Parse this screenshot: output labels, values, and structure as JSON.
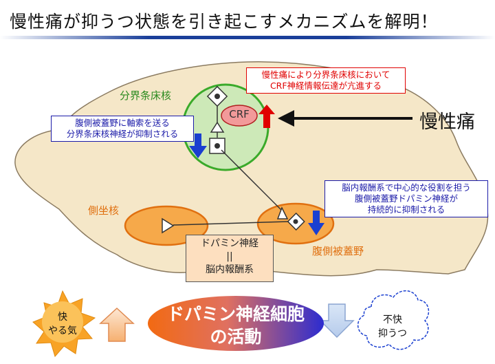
{
  "title": "慢性痛が抑うつ状態を引き起こすメカニズムを解明！",
  "regions": {
    "bnst": "分界条床核",
    "nac": "側坐核",
    "vta": "腹側被蓋野"
  },
  "crf_label": "CRF",
  "chronic_pain": "慢性痛",
  "callout_red": {
    "line1": "慢性痛により分界条床核において",
    "line2": "CRF神経情報伝達が亢進する"
  },
  "callout_blue_left": {
    "line1": "腹側被蓋野に軸索を送る",
    "line2": "分界条床核神経が抑制される"
  },
  "callout_blue_right": {
    "line1": "脳内報酬系で中心的な役割を担う",
    "line2": "腹側被蓋野ドパミン神経が",
    "line3": "持続的に抑制される"
  },
  "dopamine_box": {
    "line1": "ドパミン神経",
    "line2": "||",
    "line3": "脳内報酬系"
  },
  "activity": {
    "line1": "ドパミン神経細胞",
    "line2": "の活動"
  },
  "pleasure": {
    "line1": "快",
    "line2": "やる気"
  },
  "displeasure": {
    "line1": "不快",
    "line2": "抑うつ"
  },
  "colors": {
    "brain_fill": "#f5e7c8",
    "bnst_fill": "#cde9b8",
    "bnst_border": "#3aaa2a",
    "region_orange": "#f6a94a",
    "region_orange_border": "#e07010",
    "up_red": "#e00000",
    "down_blue": "#1a3fd0",
    "title_rule": "#1a3f9a"
  }
}
